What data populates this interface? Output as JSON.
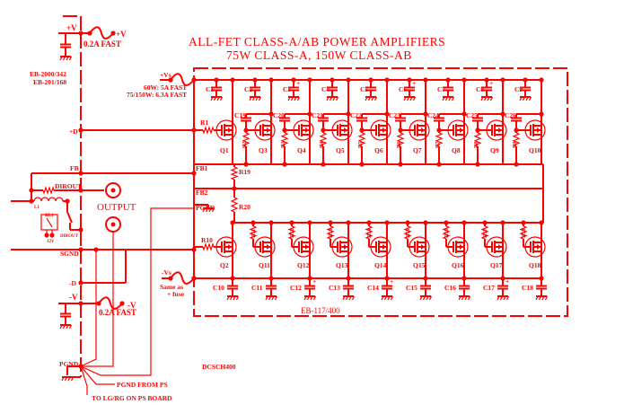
{
  "title": [
    "ALL-FET CLASS-A/AB POWER AMPLIFIERS",
    "75W CLASS-A, 150W CLASS-AB"
  ],
  "doc_id": "DCSCH400",
  "color": "#ff0000",
  "left": {
    "plus_v": "+V",
    "fuse_top": "0.2A FAST",
    "plus_v_out": "+V",
    "board_ids": [
      "EB-2000/342",
      "EB-201/168"
    ],
    "plus_d": "+D",
    "fb": "FB",
    "dirout": "DIROUT",
    "l1": "L1",
    "rl1": "RL1",
    "v12": "12V",
    "dirout2": "DIROUT",
    "output": "OUTPUT",
    "sgnd": "SGND",
    "minus_d": "-D",
    "minus_v": "-V",
    "fuse_bot": "0.2A FAST",
    "minus_v_out": "-V",
    "pgnd": "PGND",
    "pgnd_from": "PGND FROM PS",
    "to_lg": "TO LG/RG ON PS BOARD"
  },
  "amp": {
    "plus_vs": "+Vs",
    "fuse_note": [
      "60W: 5A FAST",
      "75/150W: 6.3A FAST"
    ],
    "minus_vs": "-Vs",
    "same_note": [
      "Same as",
      "+ fuse"
    ],
    "fb1": "FB1",
    "fb2": "FB2",
    "pgnd": "PGND",
    "r19": "R19",
    "r20": "R20",
    "board": "EB-117/400"
  },
  "top": {
    "caps": [
      "C1",
      "C2",
      "C3",
      "C4",
      "C5",
      "C6",
      "C7",
      "C8",
      "C9"
    ],
    "polarized": [
      false,
      false,
      true,
      false,
      false,
      true,
      false,
      true,
      false
    ],
    "coupling": [
      "",
      "C19",
      "C20",
      "C21",
      "C22",
      "C23",
      "C24",
      "C25",
      "C26"
    ],
    "resistors": [
      "R1",
      "R2",
      "R3",
      "R4",
      "R5",
      "R6",
      "R7",
      "R8",
      "R9"
    ],
    "transistors": [
      "Q1",
      "Q3",
      "Q4",
      "Q5",
      "Q6",
      "Q7",
      "Q8",
      "Q9",
      "Q10"
    ]
  },
  "bottom": {
    "caps": [
      "C10",
      "C11",
      "C12",
      "C13",
      "C14",
      "C15",
      "C16",
      "C17",
      "C18"
    ],
    "polarized": [
      false,
      false,
      true,
      false,
      true,
      false,
      false,
      true,
      false
    ],
    "resistors": [
      "R10",
      "R11",
      "R12",
      "R13",
      "R14",
      "R15",
      "R16",
      "R17",
      "R18"
    ],
    "transistors": [
      "Q2",
      "Q11",
      "Q12",
      "Q13",
      "Q14",
      "Q15",
      "Q16",
      "Q17",
      "Q18"
    ]
  }
}
